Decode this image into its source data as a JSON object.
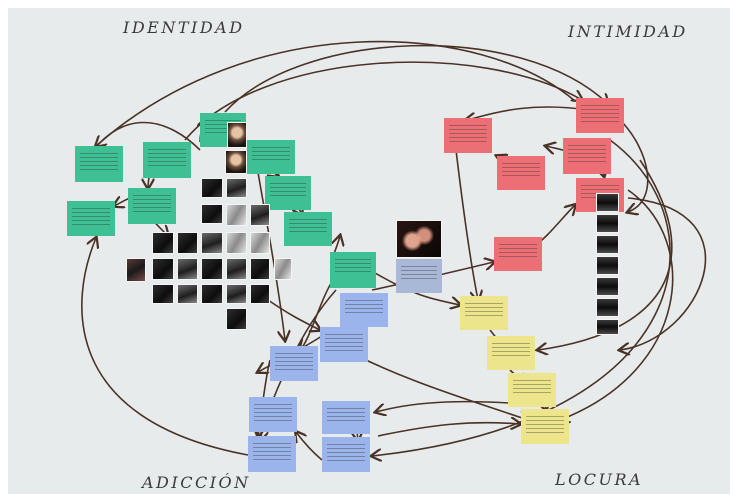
{
  "labels": {
    "top_left": "IDENTIDAD",
    "top_right": "INTIMIDAD",
    "bottom_left": "ADICCIÓN",
    "bottom_right": "LOCURA"
  },
  "colors": {
    "green": "#3fbf94",
    "red": "#ec6f75",
    "blue": "#9bb4ec",
    "yellow": "#ede58b",
    "arrow": "#4a3326",
    "wall": "#e8ebec"
  }
}
